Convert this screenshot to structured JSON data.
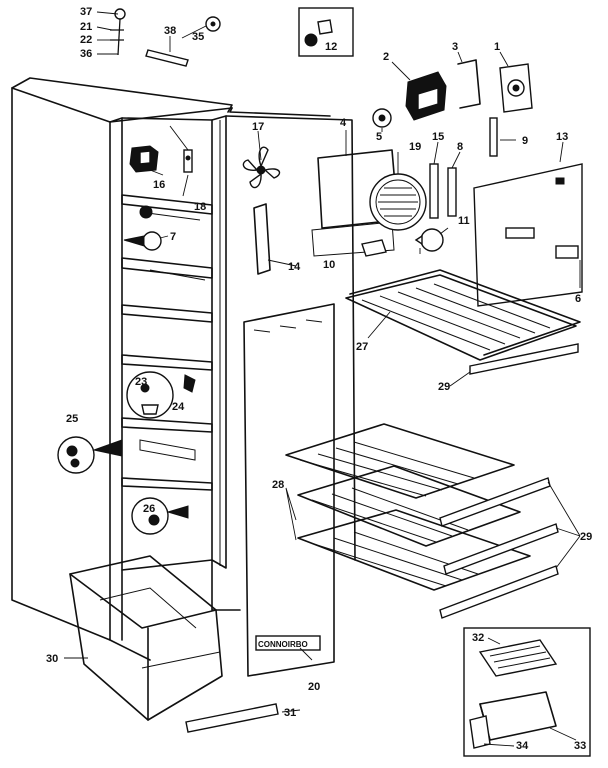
{
  "callouts": [
    "1",
    "2",
    "3",
    "4",
    "5",
    "6",
    "7",
    "8",
    "9",
    "10",
    "11",
    "12",
    "13",
    "14",
    "15",
    "16",
    "17",
    "18",
    "19",
    "20",
    "21",
    "22",
    "23",
    "24",
    "25",
    "26",
    "27",
    "28",
    "29",
    "30",
    "31",
    "32",
    "33",
    "34",
    "35",
    "36",
    "37",
    "38"
  ],
  "callout_29": "29",
  "callout_28": "28",
  "nameplate_text": "CONNOIRBO",
  "icons": [
    "fan-icon",
    "light-bulb-icon",
    "screw-icon",
    "thermostat-knob-icon"
  ]
}
